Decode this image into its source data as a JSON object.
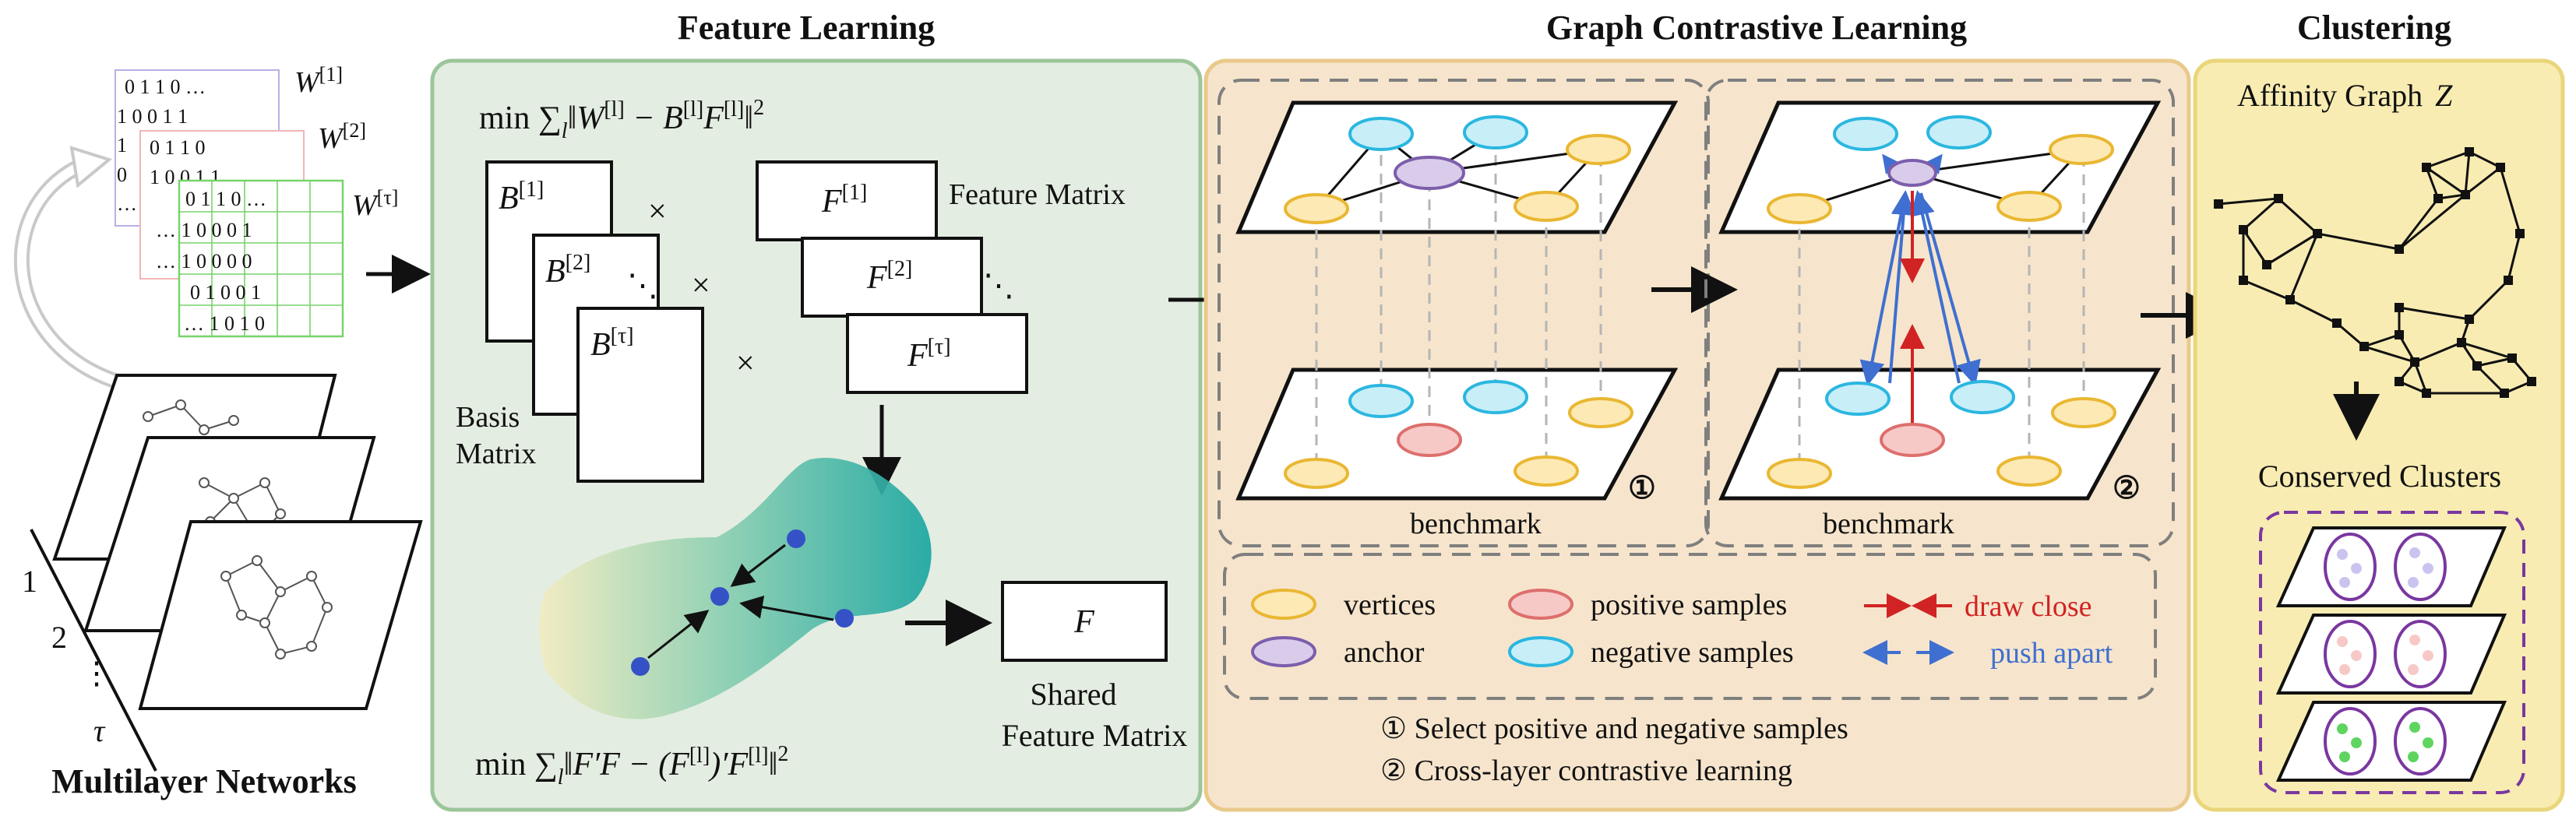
{
  "titles": {
    "feature_learning": "Feature Learning",
    "graph_contrastive": "Graph Contrastive Learning",
    "clustering": "Clustering"
  },
  "multilayer": {
    "label": "Multilayer Networks",
    "layer_1": "1",
    "layer_2": "2",
    "layer_dots": "⋮",
    "layer_tau": "τ",
    "matrix_labels": [
      "W",
      "W",
      "W"
    ],
    "matrix_sups": [
      "[1]",
      "[2]",
      "[τ]"
    ],
    "matrix_front_rows": [
      "0 1 1 0 …",
      "… 1 0 0 0 1",
      "… 1 0 0 0 0",
      "0 1 0 0 1",
      "… 1 0 1 0"
    ]
  },
  "feature": {
    "objective_top": "min ∑",
    "objective_top_tail": "‖W",
    "basis_labels": [
      "B",
      "B",
      "B"
    ],
    "basis_sups": [
      "[1]",
      "[2]",
      "[τ]"
    ],
    "feature_labels": [
      "F",
      "F",
      "F"
    ],
    "feature_sups": [
      "[1]",
      "[2]",
      "[τ]"
    ],
    "times": "×",
    "dots": "⋱",
    "basis_matrix_line1": "Basis",
    "basis_matrix_line2": "Matrix",
    "feature_matrix": "Feature Matrix",
    "shared_F": "F",
    "shared_line1": "Shared",
    "shared_line2": "Feature Matrix",
    "objective_bottom": "min ∑",
    "objective_bottom_tail": "‖F′F − (F"
  },
  "gcl": {
    "benchmark_1": "benchmark",
    "benchmark_2": "benchmark",
    "circle_1": "①",
    "circle_2": "②",
    "legend": {
      "vertices": "vertices",
      "anchor": "anchor",
      "positive": "positive samples",
      "negative": "negative samples",
      "draw_close": "draw close",
      "push_apart": "push apart"
    },
    "step_1": "①  Select positive and negative samples",
    "step_2": "②  Cross-layer contrastive learning"
  },
  "clustering": {
    "affinity": "Affinity Graph",
    "affinity_symbol": "Z",
    "conserved": "Conserved Clusters"
  },
  "colors": {
    "feature_bg": "#e4ede1",
    "feature_border": "#9cc69a",
    "gcl_bg": "#f6e5cc",
    "gcl_border": "#e9c98a",
    "cluster_bg": "#f8ecb2",
    "cluster_border": "#ead57a",
    "vertex_fill": "#fde9b4",
    "vertex_stroke": "#e9b732",
    "anchor_fill": "#d9ccea",
    "anchor_stroke": "#7c5eab",
    "positive_fill": "#f6c9c7",
    "positive_stroke": "#dd6f6d",
    "negative_fill": "#c8eef8",
    "negative_stroke": "#2bb7e0",
    "draw_close": "#d12323",
    "push_apart": "#3f6fd0",
    "dot_blue": "#3452c6",
    "cluster_purple": "#7a37a0"
  }
}
